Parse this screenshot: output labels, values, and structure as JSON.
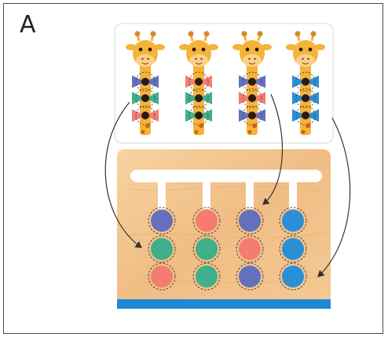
{
  "panel": {
    "label": "A"
  },
  "colors": {
    "blue": "#6470bd",
    "pink": "#f47c72",
    "green": "#3faf8c",
    "skyblue": "#2b8fd6",
    "wood": "#f2c189",
    "wood_dark": "#e0a267",
    "base_strip": "#1e88d6",
    "giraffe": "#f6b33a",
    "spot": "#c9641e"
  },
  "giraffes": [
    {
      "rings": [
        "blue",
        "green",
        "pink"
      ]
    },
    {
      "rings": [
        "pink",
        "green",
        "green"
      ]
    },
    {
      "rings": [
        "blue",
        "pink",
        "blue"
      ]
    },
    {
      "rings": [
        "skyblue",
        "skyblue",
        "skyblue"
      ]
    }
  ],
  "board_columns": [
    {
      "beads": [
        "blue",
        "green",
        "pink"
      ]
    },
    {
      "beads": [
        "pink",
        "green",
        "green"
      ]
    },
    {
      "beads": [
        "blue",
        "pink",
        "blue"
      ]
    },
    {
      "beads": [
        "skyblue",
        "skyblue",
        "skyblue"
      ]
    }
  ]
}
